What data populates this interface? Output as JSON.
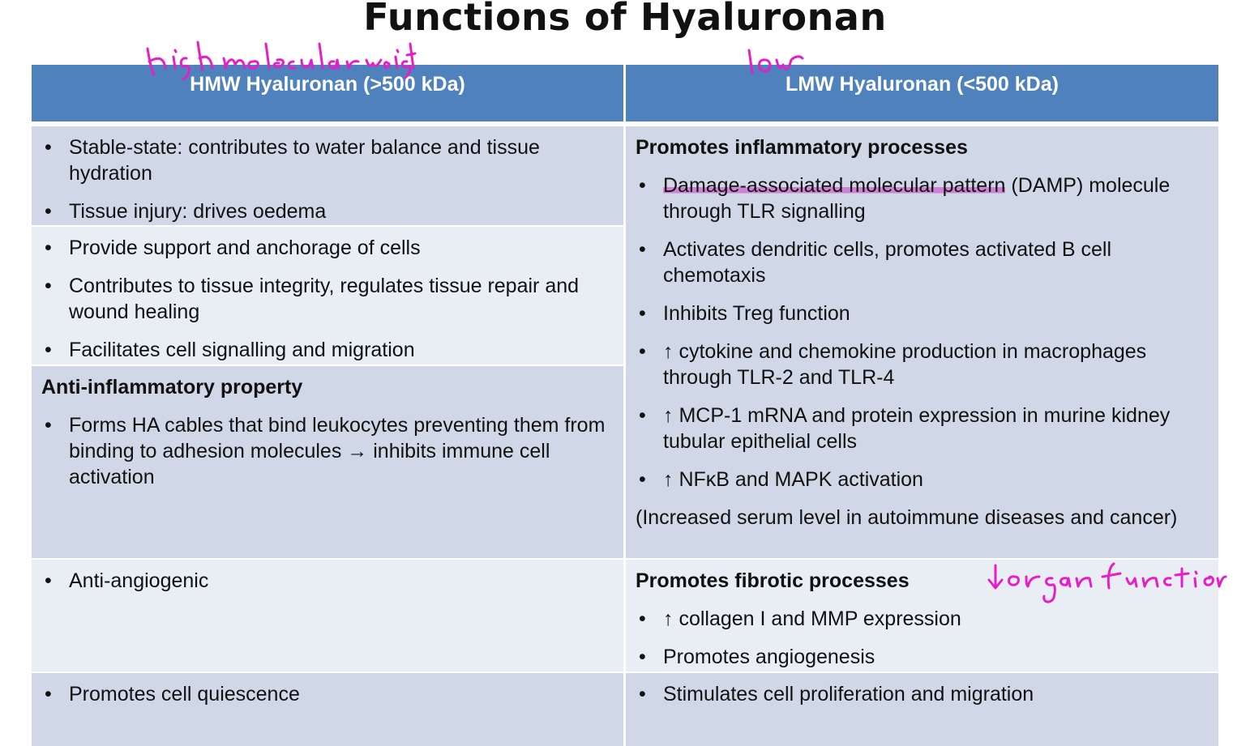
{
  "title": "Functions of Hyaluronan",
  "columns": {
    "left_header": "HMW Hyaluronan (>500 kDa)",
    "right_header": "LMW Hyaluronan (<500 kDa)"
  },
  "left": {
    "row1": {
      "items": [
        "Stable-state: contributes to water balance and tissue hydration",
        "Tissue injury: drives oedema"
      ]
    },
    "row2": {
      "items": [
        "Provide support and anchorage of cells",
        "Contributes to tissue integrity, regulates tissue repair and wound healing",
        "Facilitates cell signalling and migration"
      ]
    },
    "row3": {
      "heading": "Anti-inflammatory property",
      "items": [
        "Forms HA cables that bind leukocytes preventing them from binding to adhesion molecules → inhibits immune cell activation"
      ]
    },
    "row4": {
      "items": [
        "Anti-angiogenic"
      ]
    },
    "row5": {
      "items": [
        "Promotes cell quiescence"
      ]
    }
  },
  "right": {
    "block1": {
      "heading": "Promotes inflammatory processes",
      "item1_highlighted": "Damage-associated molecular pattern",
      "item1_rest": " (DAMP) molecule through TLR signalling",
      "items": [
        "Activates dendritic cells, promotes activated B cell chemotaxis",
        "Inhibits Treg function",
        "↑ cytokine and chemokine production in macrophages through TLR-2 and TLR-4",
        "↑ MCP-1 mRNA and protein expression in murine kidney tubular epithelial cells",
        "↑ NFκB and MAPK activation"
      ],
      "note": "(Increased serum level in autoimmune diseases and cancer)"
    },
    "block2": {
      "heading": "Promotes fibrotic processes",
      "items": [
        "↑ collagen I and MMP expression",
        "Promotes angiogenesis"
      ]
    },
    "block3": {
      "items": [
        "Stimulates cell proliferation and migration"
      ]
    }
  },
  "annotations": {
    "color": "#e61ec8",
    "ink_color": "#e61ec8",
    "highlight_color": "#cc66cc"
  }
}
